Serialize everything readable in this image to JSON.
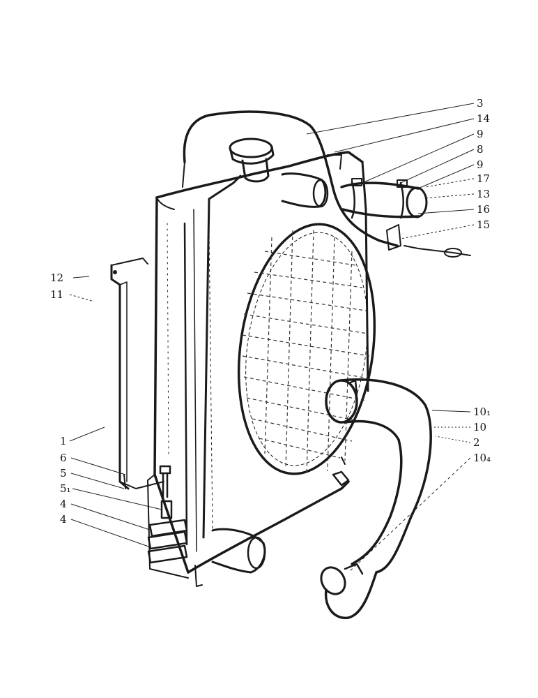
{
  "diagram": {
    "callouts_right": [
      "3",
      "14",
      "9",
      "8",
      "9",
      "17",
      "13",
      "16",
      "15"
    ],
    "callouts_hose": [
      "10₁",
      "10",
      "2",
      "10₄"
    ],
    "callouts_left_top": [
      "12",
      "11"
    ],
    "callouts_left_bottom": [
      "1",
      "6",
      "5",
      "5₁",
      "4",
      "4"
    ]
  }
}
